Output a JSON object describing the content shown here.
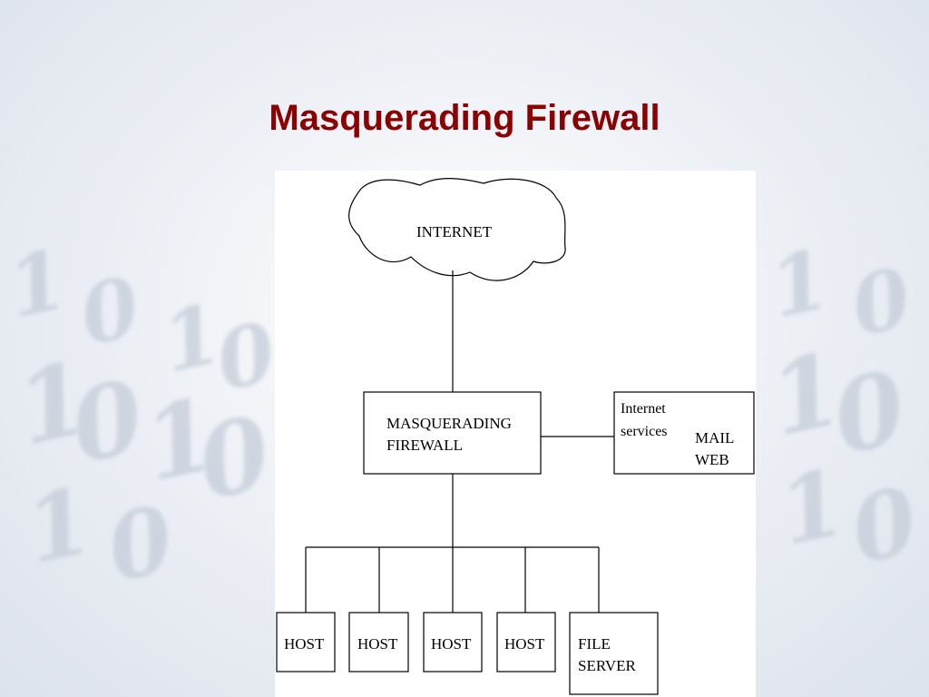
{
  "slide": {
    "title": "Masquerading Firewall"
  },
  "background": {
    "digits": [
      "1",
      "0",
      "1",
      "0",
      "1",
      "0",
      "1",
      "0",
      "1",
      "0",
      "1",
      "0",
      "1",
      "0",
      "1",
      "0"
    ]
  },
  "diagram": {
    "internet": "INTERNET",
    "firewall": {
      "line1": "MASQUERADING",
      "line2": "FIREWALL"
    },
    "services": {
      "line1": "Internet",
      "line2": "services",
      "mail": "MAIL",
      "web": "WEB"
    },
    "hosts": [
      "HOST",
      "HOST",
      "HOST",
      "HOST"
    ],
    "file_server": {
      "line1": "FILE",
      "line2": "SERVER"
    }
  },
  "colors": {
    "title": "#8b0000",
    "diagram_stroke": "#000000",
    "diagram_bg": "#ffffff"
  }
}
